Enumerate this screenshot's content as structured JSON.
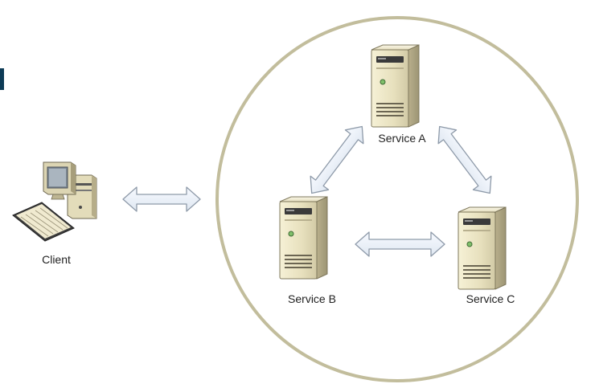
{
  "nodes": {
    "client": {
      "label": "Client",
      "icon": "desktop-computer-icon"
    },
    "service_a": {
      "label": "Service A",
      "icon": "server-tower-icon"
    },
    "service_b": {
      "label": "Service B",
      "icon": "server-tower-icon"
    },
    "service_c": {
      "label": "Service C",
      "icon": "server-tower-icon"
    }
  },
  "edges": [
    {
      "from": "client",
      "to": "service_cluster",
      "style": "double-arrow"
    },
    {
      "from": "service_a",
      "to": "service_b",
      "style": "double-arrow"
    },
    {
      "from": "service_a",
      "to": "service_c",
      "style": "double-arrow"
    },
    {
      "from": "service_b",
      "to": "service_c",
      "style": "double-arrow"
    }
  ],
  "colors": {
    "circle_stroke": "#c2bd9c",
    "arrow_fill": "#eaf0f8",
    "arrow_stroke": "#8e9aa9",
    "server_body": "#e8e2c0",
    "server_shadow": "#c9c1a0",
    "server_dark": "#3a3a3a",
    "accent_bar": "#0d3b56"
  }
}
